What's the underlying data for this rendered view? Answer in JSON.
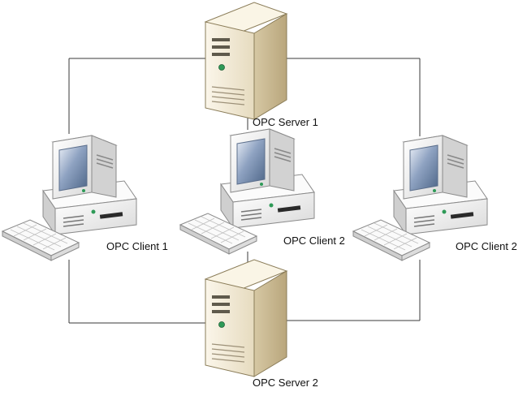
{
  "nodes": {
    "server_1": {
      "label": "OPC Server 1",
      "icon": "server-tower-icon"
    },
    "server_2": {
      "label": "OPC Server 2",
      "icon": "server-tower-icon"
    },
    "client_left": {
      "label": "OPC Client 1",
      "icon": "desktop-computer-icon"
    },
    "client_center": {
      "label": "OPC Client 2",
      "icon": "desktop-computer-icon"
    },
    "client_right": {
      "label": "OPC Client 2",
      "icon": "desktop-computer-icon"
    }
  },
  "colors": {
    "server_front": "#f3ead6",
    "server_side": "#c8b993",
    "computer_body": "#f4f4f4",
    "screen": "#6f86a8",
    "power_led": "#2e9a57",
    "line": "#3a3a3a"
  }
}
